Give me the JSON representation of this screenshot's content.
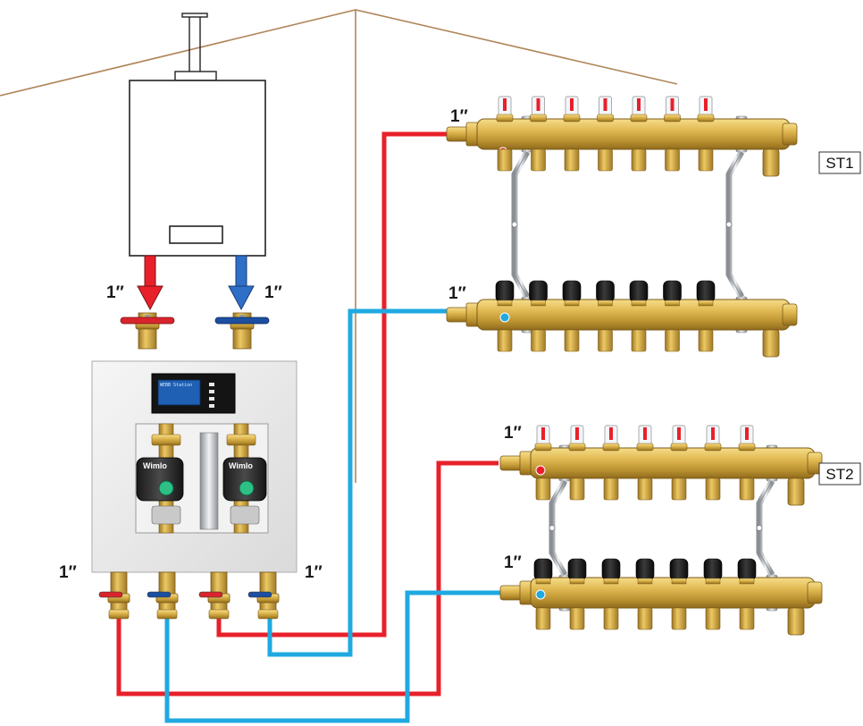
{
  "colors": {
    "supply": "#e8202a",
    "return": "#1fa9e1",
    "brass": "#d8b048",
    "brass_dark": "#a9822a",
    "roof_line": "#b0865a",
    "valve_red": "#d8242c",
    "valve_blue": "#1c4fa0",
    "cap_black": "#1c1c1c",
    "box_bg": "#ececec"
  },
  "boiler": {
    "supply_label": "1″",
    "return_label": "1″"
  },
  "mixing_station": {
    "controller_title": "WEBB Station",
    "pump_brand": "Wimlo",
    "left_outlet_label": "1″",
    "right_outlet_label": "1″"
  },
  "manifolds": [
    {
      "tag": "ST1",
      "supply_label": "1″",
      "return_label": "1″",
      "loops": 7
    },
    {
      "tag": "ST2",
      "supply_label": "1″",
      "return_label": "1″",
      "loops": 7
    }
  ],
  "icons": {
    "boiler": "boiler-icon",
    "flue": "flue-pipe-icon",
    "arrow": "flow-arrow-icon",
    "valve": "ball-valve-icon",
    "pump": "circulation-pump-icon",
    "flowmeter": "flowmeter-icon",
    "cap": "actuator-cap-icon"
  }
}
